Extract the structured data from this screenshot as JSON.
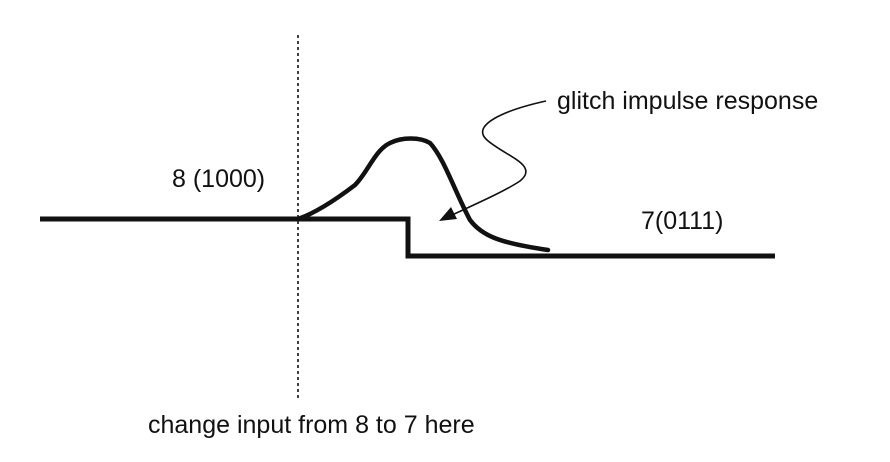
{
  "labels": {
    "before_value": "8 (1000)",
    "after_value": "7(0111)",
    "glitch": "glitch impulse response",
    "change_note": "change input from 8 to 7 here"
  },
  "colors": {
    "line": "#111111",
    "background": "#ffffff"
  }
}
